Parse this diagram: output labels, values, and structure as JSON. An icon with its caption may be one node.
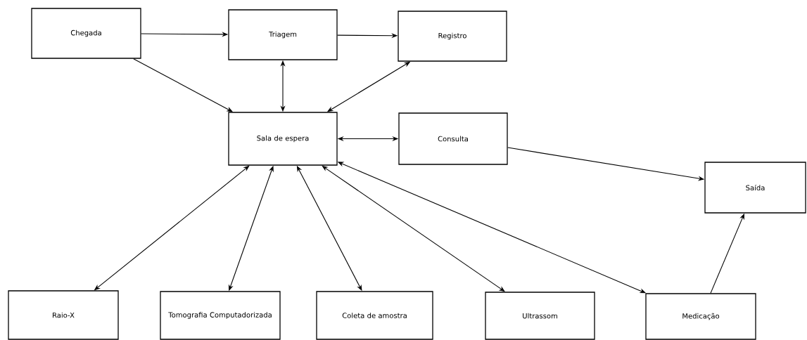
{
  "diagram": {
    "nodes": [
      {
        "text": [
          "Chegada"
        ]
      },
      {
        "text": [
          "Triagem"
        ]
      },
      {
        "text": [
          "Registro"
        ]
      },
      {
        "text": [
          "Sala de espera"
        ]
      },
      {
        "text": [
          "Consulta"
        ]
      },
      {
        "text": [
          "Saída"
        ]
      },
      {
        "text": [
          "Raio-X"
        ]
      },
      {
        "text": [
          "Tomografia Computadorizada"
        ]
      },
      {
        "text": [
          "Coleta de amostra"
        ]
      },
      {
        "text": [
          "Ultrassom"
        ]
      },
      {
        "text": [
          "Medicação"
        ]
      }
    ],
    "edges": [
      {
        "from": 0,
        "to": 1,
        "arrow": "to"
      },
      {
        "from": 1,
        "to": 2,
        "arrow": "to"
      },
      {
        "from": 0,
        "to": 3,
        "arrow": "to"
      },
      {
        "from": 1,
        "to": 3,
        "arrow": "both"
      },
      {
        "from": 2,
        "to": 3,
        "arrow": "both"
      },
      {
        "from": 3,
        "to": 4,
        "arrow": "both"
      },
      {
        "from": 4,
        "to": 5,
        "arrow": "to"
      },
      {
        "from": 3,
        "to": 6,
        "arrow": "both"
      },
      {
        "from": 3,
        "to": 7,
        "arrow": "both"
      },
      {
        "from": 3,
        "to": 8,
        "arrow": "both"
      },
      {
        "from": 3,
        "to": 9,
        "arrow": "both"
      },
      {
        "from": 3,
        "to": 10,
        "arrow": "both"
      },
      {
        "from": 10,
        "to": 5,
        "arrow": "to"
      }
    ]
  }
}
